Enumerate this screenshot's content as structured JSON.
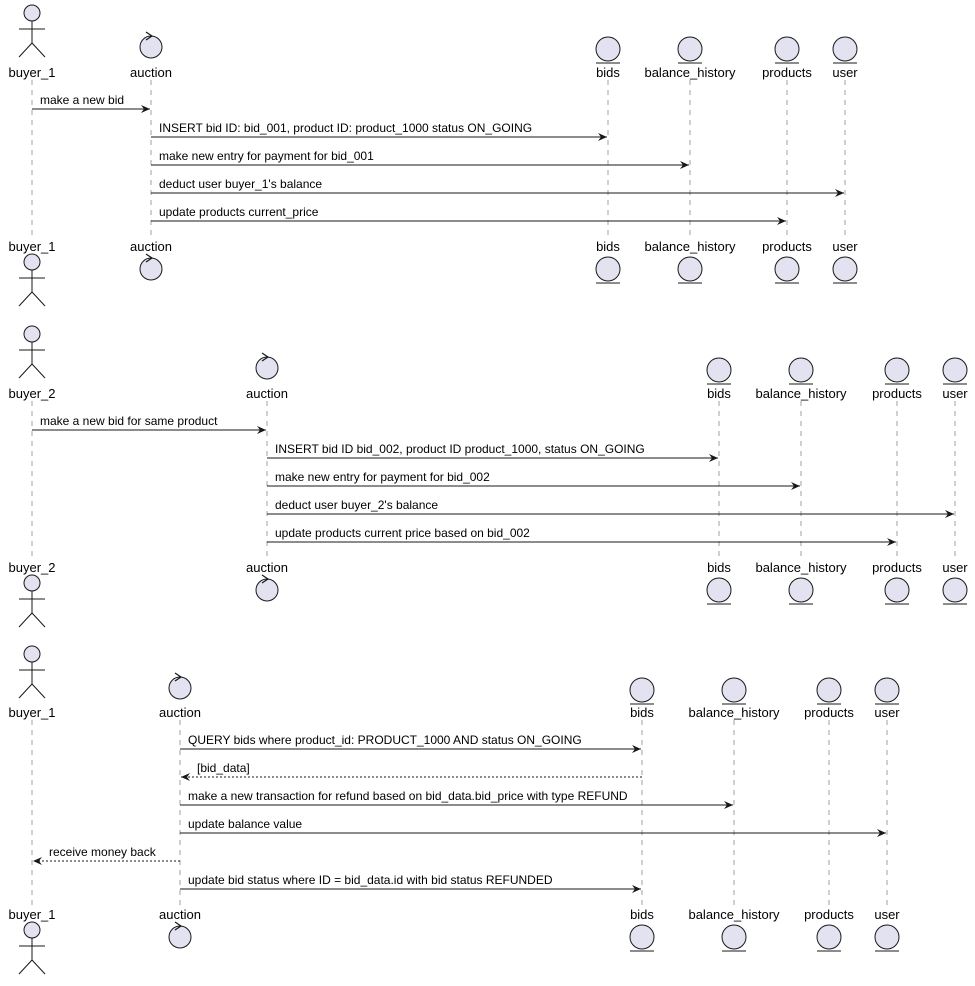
{
  "diagrams": [
    {
      "participants": [
        {
          "id": "buyer_1",
          "label": "buyer_1",
          "kind": "actor"
        },
        {
          "id": "auction",
          "label": "auction",
          "kind": "control"
        },
        {
          "id": "bids",
          "label": "bids",
          "kind": "entity"
        },
        {
          "id": "balance_history",
          "label": "balance_history",
          "kind": "entity"
        },
        {
          "id": "products",
          "label": "products",
          "kind": "entity"
        },
        {
          "id": "user",
          "label": "user",
          "kind": "entity"
        }
      ],
      "messages": [
        {
          "from": "buyer_1",
          "to": "auction",
          "text": "make a new bid",
          "dashed": false
        },
        {
          "from": "auction",
          "to": "bids",
          "text": "INSERT bid ID: bid_001, product ID: product_1000 status ON_GOING",
          "dashed": false
        },
        {
          "from": "auction",
          "to": "balance_history",
          "text": "make new entry for payment for bid_001",
          "dashed": false
        },
        {
          "from": "auction",
          "to": "user",
          "text": "deduct user buyer_1's balance",
          "dashed": false
        },
        {
          "from": "auction",
          "to": "products",
          "text": "update products current_price",
          "dashed": false
        }
      ]
    },
    {
      "participants": [
        {
          "id": "buyer_2",
          "label": "buyer_2",
          "kind": "actor"
        },
        {
          "id": "auction",
          "label": "auction",
          "kind": "control"
        },
        {
          "id": "bids",
          "label": "bids",
          "kind": "entity"
        },
        {
          "id": "balance_history",
          "label": "balance_history",
          "kind": "entity"
        },
        {
          "id": "products",
          "label": "products",
          "kind": "entity"
        },
        {
          "id": "user",
          "label": "user",
          "kind": "entity"
        }
      ],
      "messages": [
        {
          "from": "buyer_2",
          "to": "auction",
          "text": "make a new bid for same product",
          "dashed": false
        },
        {
          "from": "auction",
          "to": "bids",
          "text": "INSERT bid ID bid_002, product ID product_1000, status ON_GOING",
          "dashed": false
        },
        {
          "from": "auction",
          "to": "balance_history",
          "text": "make new entry for payment for bid_002",
          "dashed": false
        },
        {
          "from": "auction",
          "to": "user",
          "text": "deduct user buyer_2's balance",
          "dashed": false
        },
        {
          "from": "auction",
          "to": "products",
          "text": "update products current price based on bid_002",
          "dashed": false
        }
      ]
    },
    {
      "participants": [
        {
          "id": "buyer_1",
          "label": "buyer_1",
          "kind": "actor"
        },
        {
          "id": "auction",
          "label": "auction",
          "kind": "control"
        },
        {
          "id": "bids",
          "label": "bids",
          "kind": "entity"
        },
        {
          "id": "balance_history",
          "label": "balance_history",
          "kind": "entity"
        },
        {
          "id": "products",
          "label": "products",
          "kind": "entity"
        },
        {
          "id": "user",
          "label": "user",
          "kind": "entity"
        }
      ],
      "messages": [
        {
          "from": "auction",
          "to": "bids",
          "text": "QUERY bids where product_id: PRODUCT_1000 AND status ON_GOING",
          "dashed": false
        },
        {
          "from": "bids",
          "to": "auction",
          "text": "[bid_data]",
          "dashed": true
        },
        {
          "from": "auction",
          "to": "balance_history",
          "text": "make a new transaction for refund based on bid_data.bid_price with type REFUND",
          "dashed": false
        },
        {
          "from": "auction",
          "to": "user",
          "text": "update balance value",
          "dashed": false
        },
        {
          "from": "auction",
          "to": "buyer_1",
          "text": "receive money back",
          "dashed": true
        },
        {
          "from": "auction",
          "to": "bids",
          "text": "update bid status where ID = bid_data.id with bid status REFUNDED",
          "dashed": false
        }
      ]
    }
  ]
}
